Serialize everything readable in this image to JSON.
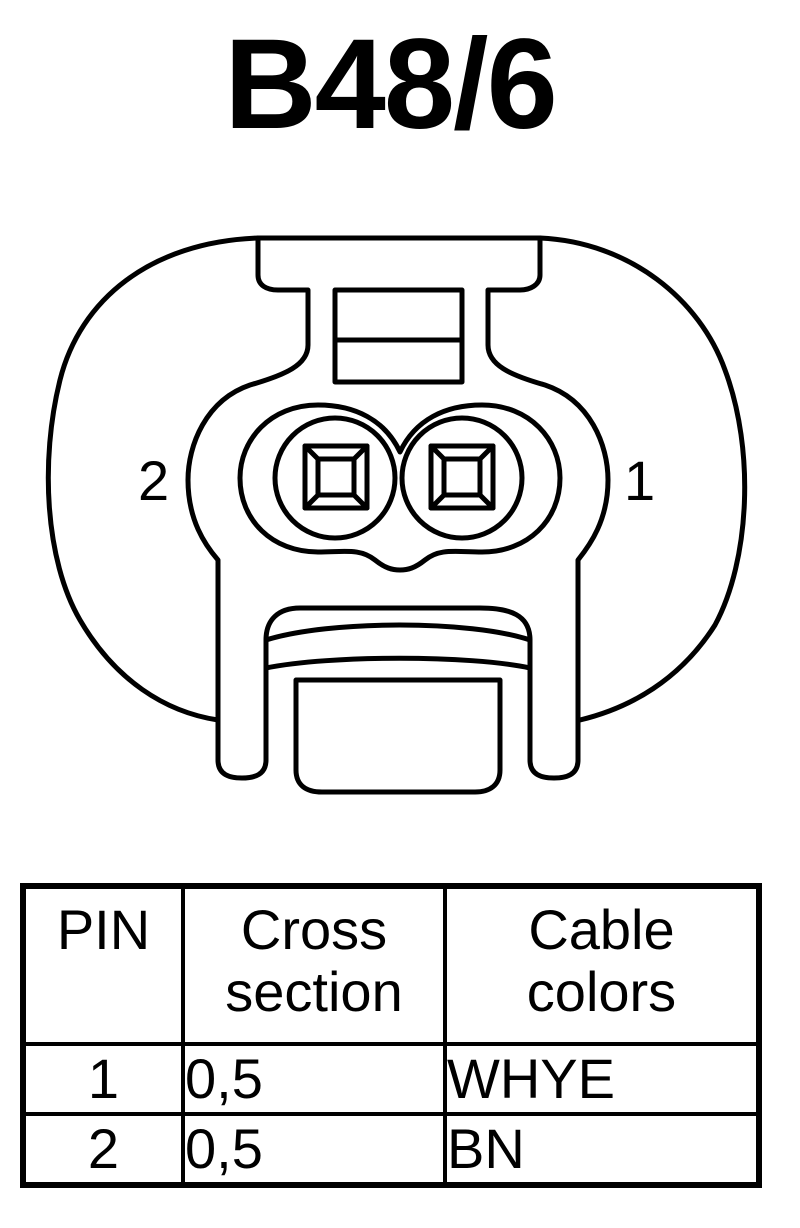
{
  "title": "B48/6",
  "connector": {
    "pin_left_label": "2",
    "pin_right_label": "1"
  },
  "table": {
    "headers": {
      "pin": "PIN",
      "cross_section_line1": "Cross",
      "cross_section_line2": "section",
      "cable_colors_line1": "Cable",
      "cable_colors_line2": "colors"
    },
    "rows": [
      {
        "pin": "1",
        "cross_section": "0,5",
        "color": "WHYE"
      },
      {
        "pin": "2",
        "cross_section": "0,5",
        "color": "BN"
      }
    ]
  }
}
